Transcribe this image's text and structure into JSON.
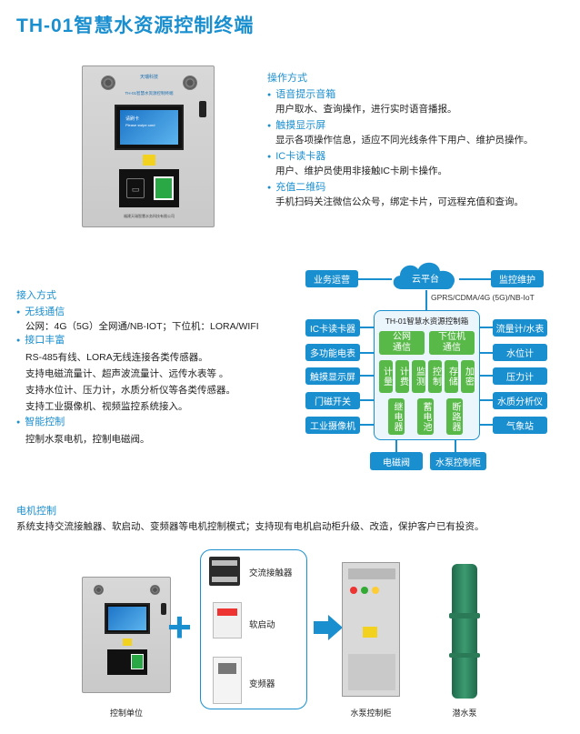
{
  "title": "TH-01智慧水资源控制终端",
  "device": {
    "logo": "天瑞科技",
    "subtitle": "TH-01智慧水资源控制终端",
    "company": "福建天瑞智慧水务科技有限公司",
    "screen_text": "请刷卡",
    "screen_sub": "Please swipe card"
  },
  "operation": {
    "heading": "操作方式",
    "items": [
      {
        "title": "语音提示音箱",
        "desc": "用户取水、查询操作，进行实时语音播报。"
      },
      {
        "title": "触摸显示屏",
        "desc": "显示各项操作信息，适应不同光线条件下用户、维护员操作。"
      },
      {
        "title": "IC卡读卡器",
        "desc": "用户、维护员使用非接触IC卡刷卡操作。"
      },
      {
        "title": "充值二维码",
        "desc": "手机扫码关注微信公众号，绑定卡片，可远程充值和查询。"
      }
    ]
  },
  "access": {
    "heading": "接入方式",
    "items": [
      {
        "title": "无线通信",
        "lines": [
          "公网：4G（5G）全网通/NB-IOT；下位机：LORA/WIFI"
        ]
      },
      {
        "title": "接口丰富",
        "lines": [
          "RS-485有线、LORA无线连接各类传感器。",
          "支持电磁流量计、超声波流量计、远传水表等 。",
          "支持水位计、压力计，水质分析仪等各类传感器。",
          "支持工业摄像机、视频监控系统接入。"
        ]
      },
      {
        "title": "智能控制",
        "lines": [
          "控制水泵电机，控制电磁阀。"
        ]
      }
    ]
  },
  "diagram": {
    "cloud": "云平台",
    "top_left": "业务运营",
    "top_right": "监控维护",
    "link_label": "GPRS/CDMA/4G (5G)/NB-IoT",
    "center_title": "TH-01智慧水资源控制箱",
    "green_top": [
      "公网\n通信",
      "下位机\n通信"
    ],
    "green_mid": [
      "计量",
      "计费",
      "监测",
      "控制",
      "存储",
      "加密"
    ],
    "green_bottom": [
      "继电器",
      "蓄电池",
      "断路器"
    ],
    "left": [
      "IC卡读卡器",
      "多功能电表",
      "触摸显示屏",
      "门磁开关",
      "工业摄像机"
    ],
    "right": [
      "流量计/水表",
      "水位计",
      "压力计",
      "水质分析仪",
      "气象站"
    ],
    "bottom": [
      "电磁阀",
      "水泵控制柜"
    ]
  },
  "motor": {
    "heading": "电机控制",
    "desc": "系统支持交流接触器、软启动、变频器等电机控制模式；支持现有电机启动柜升级、改造，保护客户已有投资。",
    "components": [
      "交流接触器",
      "软启动",
      "变频器"
    ],
    "captions": [
      "控制单位",
      "水泵控制柜",
      "潜水泵"
    ]
  },
  "colors": {
    "accent": "#1a8fd0",
    "green": "#58b948"
  }
}
